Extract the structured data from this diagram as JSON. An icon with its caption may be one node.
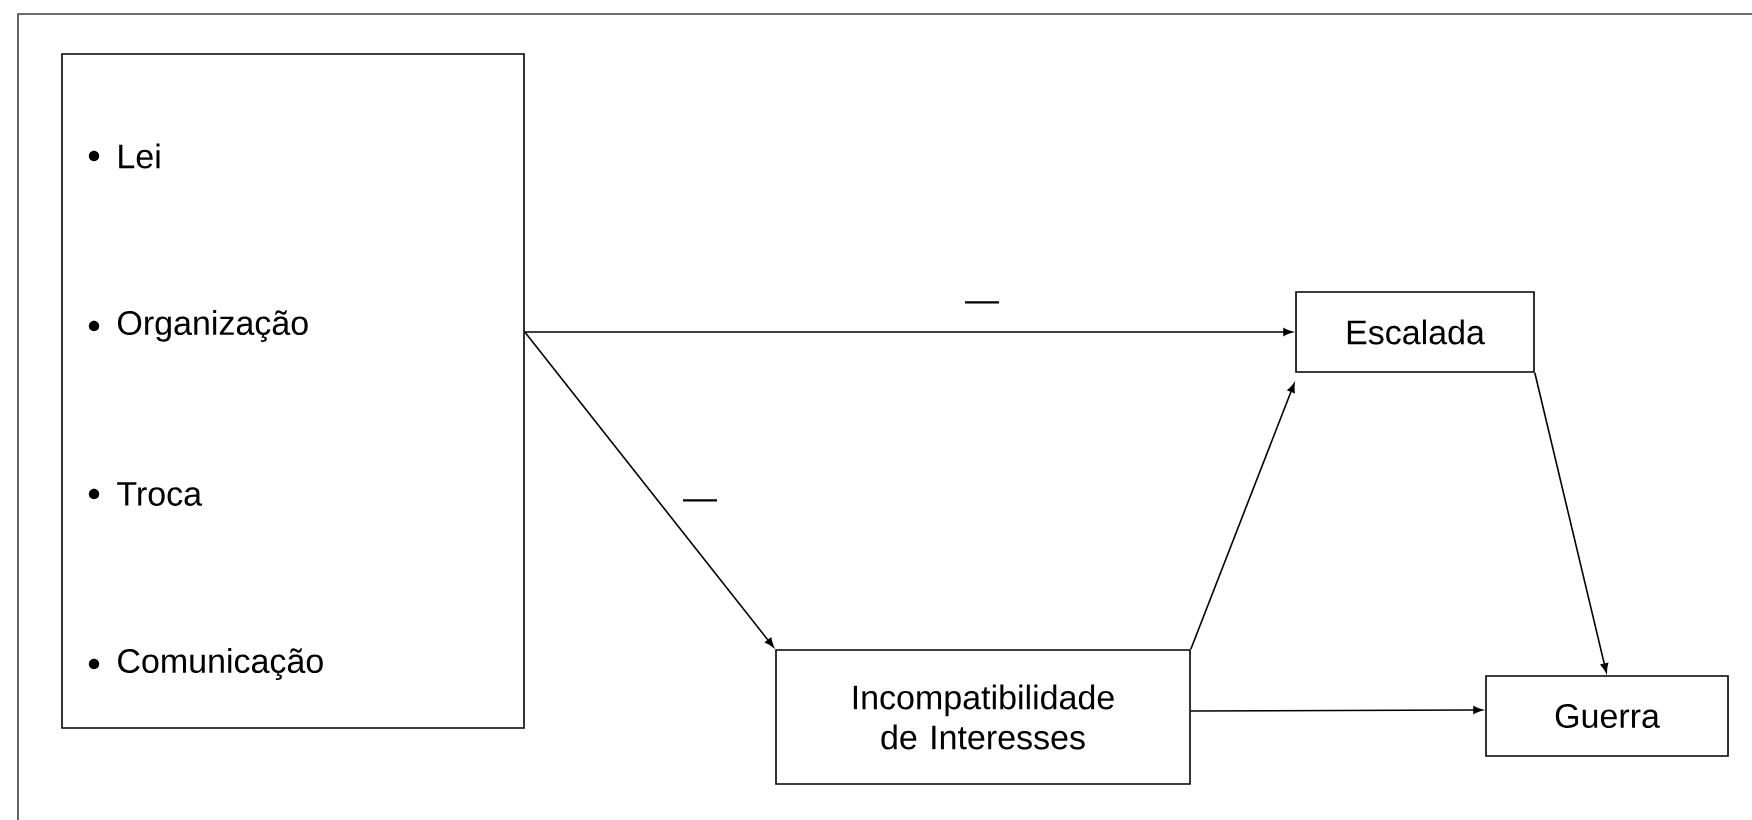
{
  "diagram": {
    "nodes": [
      {
        "text": [
          "Lei",
          "Organização",
          "Troca",
          "Comunicação"
        ]
      },
      {
        "text": [
          "Escalada"
        ]
      },
      {
        "text": [
          "Incompatibilidade de Interesses"
        ]
      },
      {
        "text": [
          "Guerra"
        ]
      }
    ],
    "edges": [
      {
        "from": 0,
        "to": 1,
        "arrow": "to",
        "label": "—"
      },
      {
        "from": 0,
        "to": 2,
        "arrow": "to",
        "label": "—"
      },
      {
        "from": 2,
        "to": 1,
        "arrow": "to"
      },
      {
        "from": 1,
        "to": 3,
        "arrow": "to"
      },
      {
        "from": 2,
        "to": 3,
        "arrow": "to"
      }
    ]
  }
}
